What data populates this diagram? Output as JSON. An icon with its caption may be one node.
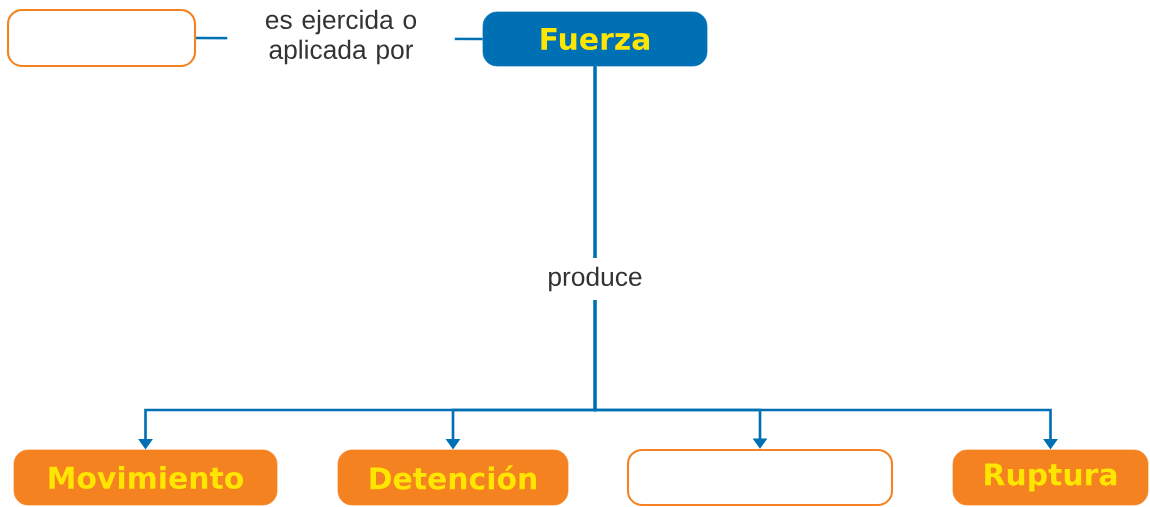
{
  "diagram": {
    "nodes": [
      {
        "text": [],
        "shape": "box"
      },
      {
        "text": [
          "Fuerza"
        ]
      },
      {
        "text": [
          "Movimiento"
        ]
      },
      {
        "text": [
          "Detención"
        ]
      },
      {
        "text": [],
        "shape": "box"
      },
      {
        "text": [
          "Ruptura"
        ]
      }
    ],
    "edges": [
      {
        "from": 1,
        "to": 0,
        "arrow": "none",
        "label": "es ejercida o aplicada por"
      },
      {
        "from": 1,
        "to": 2,
        "arrow": "to",
        "label": "produce"
      },
      {
        "from": 1,
        "to": 3,
        "arrow": "to"
      },
      {
        "from": 1,
        "to": 4,
        "arrow": "to"
      },
      {
        "from": 1,
        "to": 5,
        "arrow": "to"
      }
    ]
  }
}
